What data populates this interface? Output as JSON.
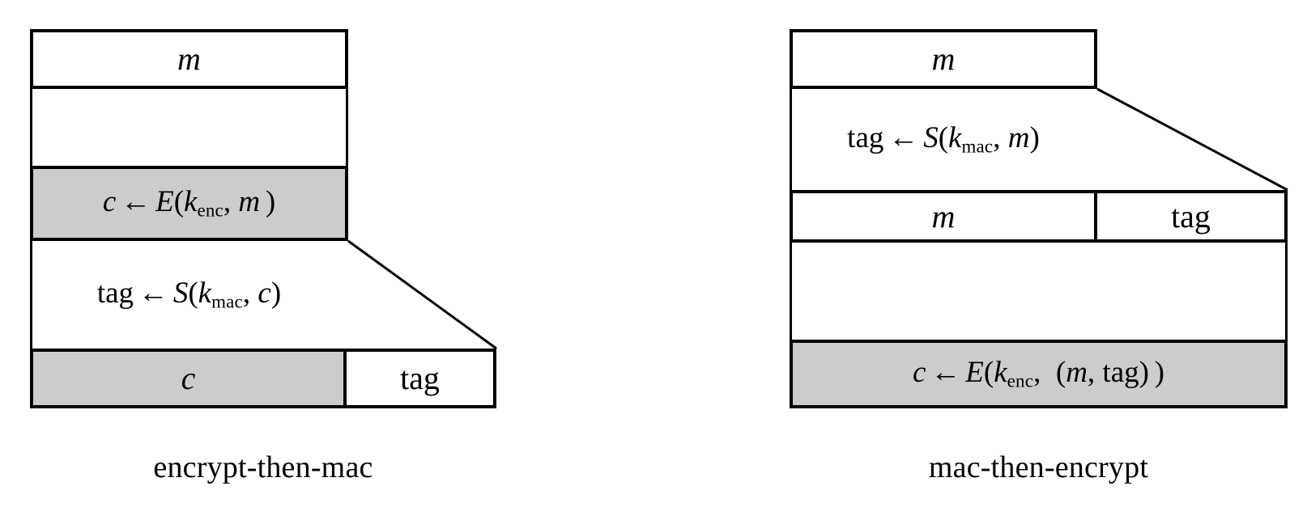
{
  "figure": {
    "type": "diagram",
    "title": "",
    "background_color": "#ffffff",
    "line_color": "#000000",
    "shaded_fill_color": "#cccccc",
    "unshaded_fill_color": "#ffffff"
  },
  "panels": [
    {
      "id": "encrypt-then-mac",
      "caption": "encrypt-then-mac",
      "rows": [
        {
          "id": "message",
          "label": "m",
          "shaded": false
        },
        {
          "id": "encrypt-step",
          "label": "c ← E(k_enc, m )",
          "shaded": true
        },
        {
          "id": "mac-step",
          "label": "tag ← S(k_mac, c)",
          "shaded": false
        },
        {
          "id": "output",
          "cells": [
            {
              "label": "c",
              "shaded": true
            },
            {
              "label": "tag",
              "shaded": false
            }
          ]
        }
      ]
    },
    {
      "id": "mac-then-encrypt",
      "caption": "mac-then-encrypt",
      "rows": [
        {
          "id": "message",
          "label": "m",
          "shaded": false
        },
        {
          "id": "mac-step",
          "label": "tag ← S(k_mac, m)",
          "shaded": false
        },
        {
          "id": "intermediate",
          "cells": [
            {
              "label": "m",
              "shaded": false
            },
            {
              "label": "tag",
              "shaded": false
            }
          ]
        },
        {
          "id": "encrypt-step",
          "label": "c ← E(k_enc, (m, tag) )",
          "shaded": true
        }
      ]
    }
  ],
  "left": {
    "message_label": "m",
    "encrypt_label": "c ← E(k_enc, m )",
    "mac_label": "tag ← S(k_mac, c)",
    "output_ciphertext_label": "c",
    "output_tag_label": "tag",
    "caption": "encrypt-then-mac"
  },
  "right": {
    "message_label": "m",
    "mac_label": "tag ← S(k_mac, m)",
    "intermediate_message_label": "m",
    "intermediate_tag_label": "tag",
    "encrypt_label": "c ← E(k_enc, (m, tag) )",
    "caption": "mac-then-encrypt"
  },
  "symbols": {
    "c": "c",
    "m": "m",
    "E": "E",
    "S": "S",
    "k": "k",
    "sub_enc": "enc",
    "sub_mac": "mac",
    "tag": "tag",
    "arrow": "←",
    "comma": ",",
    "lparen": "(",
    "rparen": ")"
  }
}
